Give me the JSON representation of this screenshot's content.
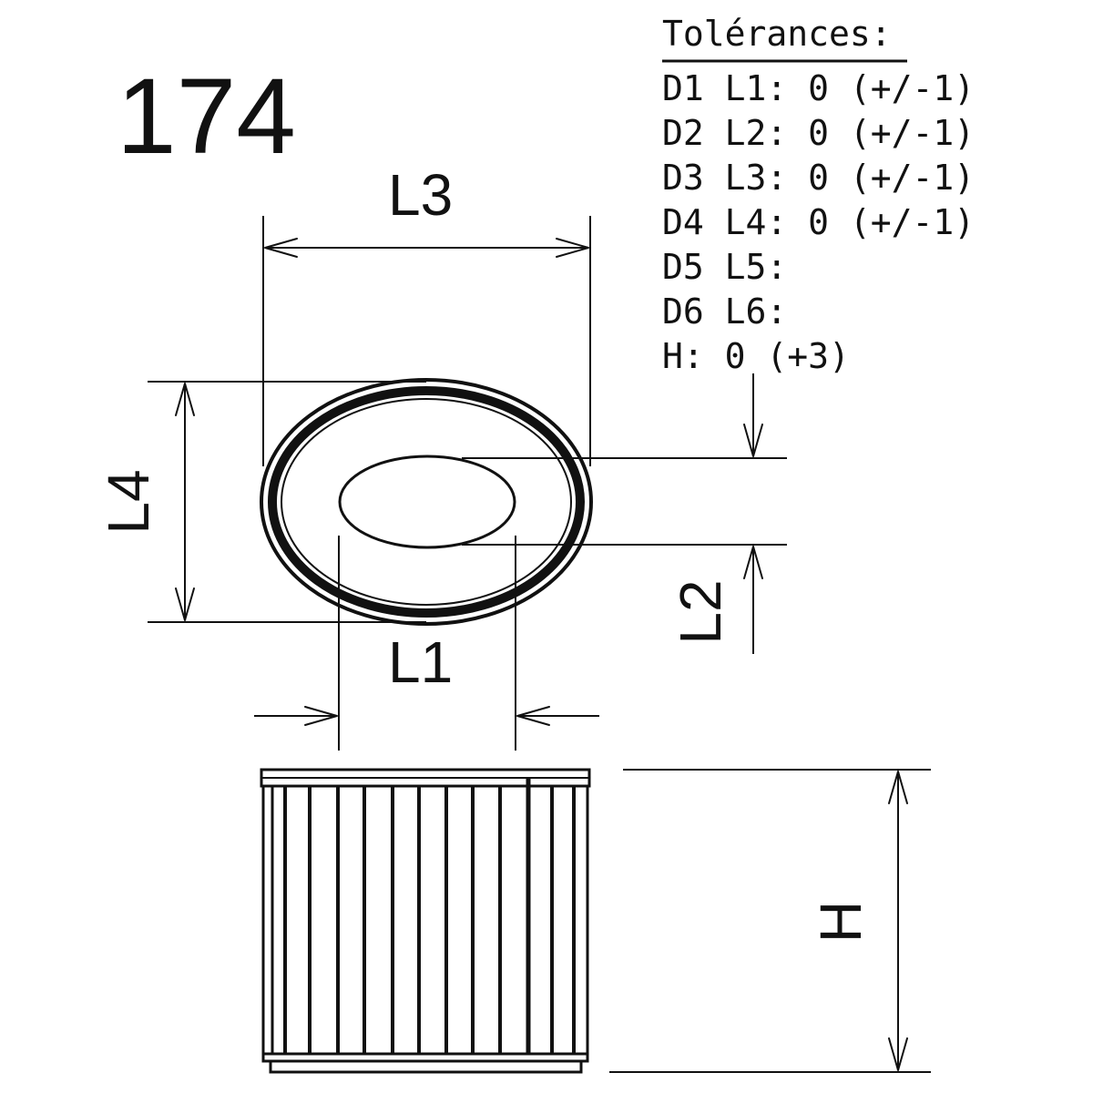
{
  "part_number": "174",
  "tolerances": {
    "title": "Tolérances:",
    "lines": [
      "D1 L1: 0 (+/-1)",
      "D2 L2: 0 (+/-1)",
      "D3 L3: 0 (+/-1)",
      "D4 L4: 0 (+/-1)",
      "D5 L5:",
      "D6 L6:",
      "H: 0 (+3)"
    ]
  },
  "dimensions": {
    "l1": "L1",
    "l2": "L2",
    "l3": "L3",
    "l4": "L4",
    "h": "H"
  }
}
